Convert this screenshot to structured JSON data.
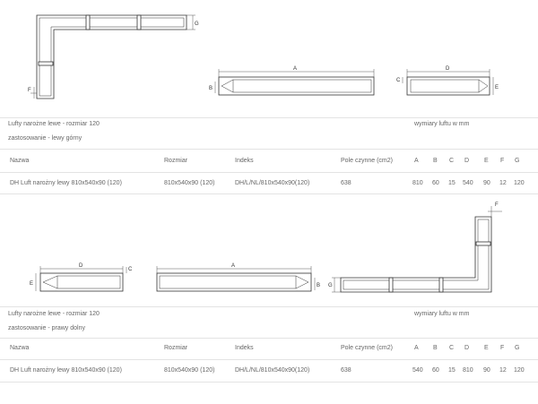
{
  "sections": [
    {
      "title": "Lufty narożne lewe  - rozmiar 120",
      "application": "zastosowanie - lewy górny",
      "dimensions_note": "wymiary luftu w mm",
      "headers": [
        "Nazwa",
        "Rozmiar",
        "Indeks",
        "Pole czynne (cm2)",
        "A",
        "B",
        "C",
        "D",
        "E",
        "F",
        "G"
      ],
      "row": [
        "DH Luft narożny lewy 810x540x90 (120)",
        "810x540x90 (120)",
        "DH/L/NL/810x540x90(120)",
        "638",
        "810",
        "60",
        "15",
        "540",
        "90",
        "12",
        "120"
      ],
      "dim_labels": {
        "a": "A",
        "b": "B",
        "c": "C",
        "d": "D",
        "e": "E",
        "f": "F",
        "g": "G"
      }
    },
    {
      "title": "Lufty narożne lewe  - rozmiar 120",
      "application": "zastosowanie - prawy dolny",
      "dimensions_note": "wymiary luftu w mm",
      "headers": [
        "Nazwa",
        "Rozmiar",
        "Indeks",
        "Pole czynne (cm2)",
        "A",
        "B",
        "C",
        "D",
        "E",
        "F",
        "G"
      ],
      "row": [
        "DH Luft narożny lewy 810x540x90 (120)",
        "810x540x90 (120)",
        "DH/L/NL/810x540x90(120)",
        "638",
        "540",
        "60",
        "15",
        "810",
        "90",
        "12",
        "120"
      ],
      "dim_labels": {
        "a": "A",
        "b": "B",
        "c": "C",
        "d": "D",
        "e": "E",
        "f": "F",
        "g": "G"
      }
    }
  ]
}
